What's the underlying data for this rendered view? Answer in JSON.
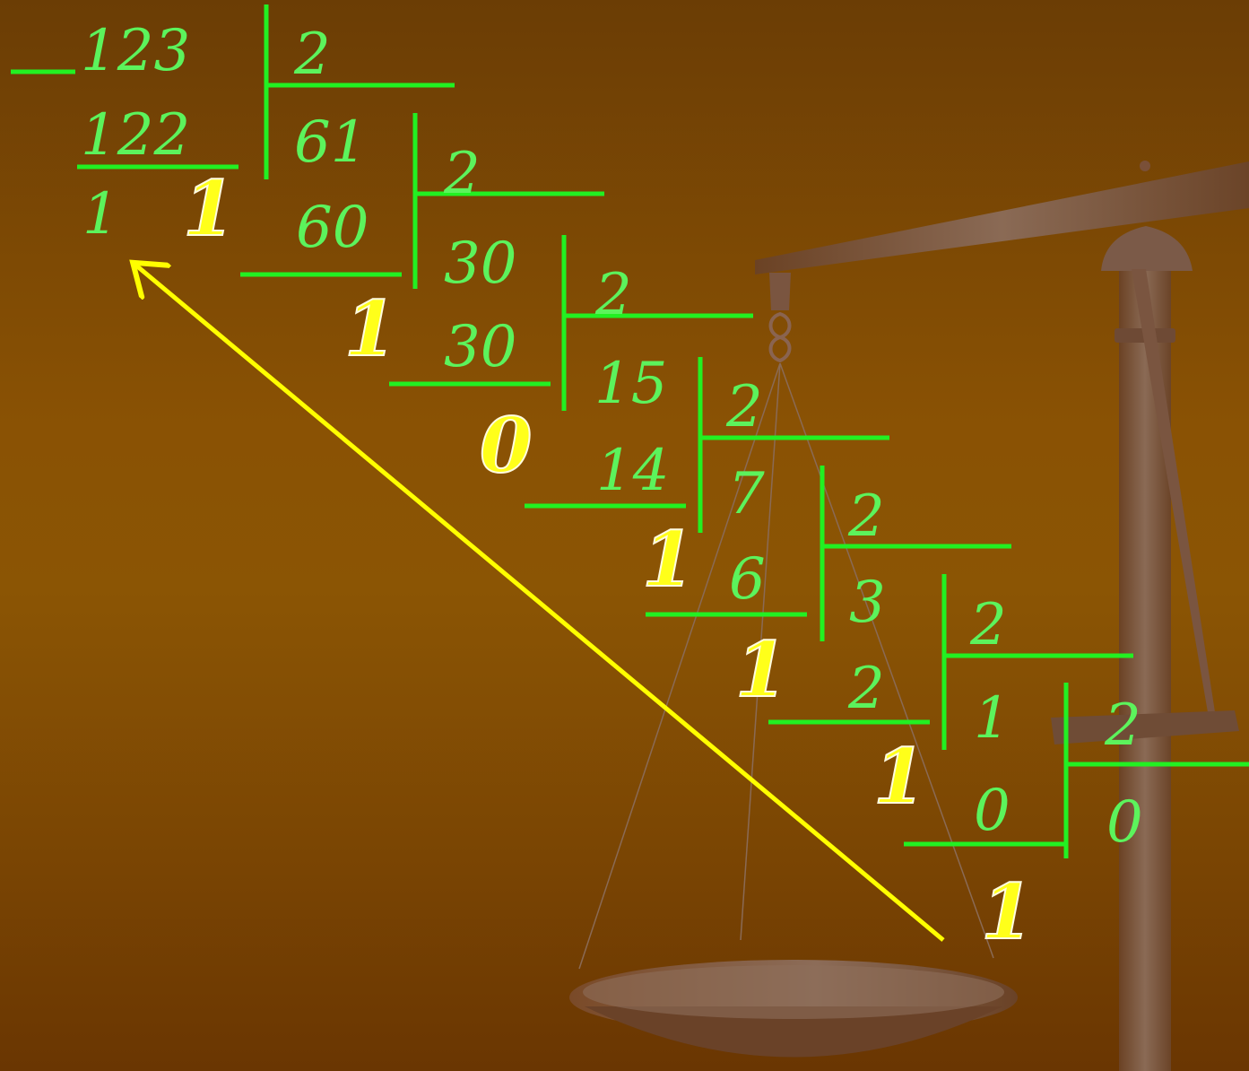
{
  "colors": {
    "digits": "#5cf35c",
    "lines": "#22f022",
    "remainders": "#ffff1a",
    "arrow": "#ffff00",
    "background": "#8a5204"
  },
  "steps": [
    {
      "dividend": "123",
      "divisor": "2",
      "product": "122",
      "quotient": "61",
      "remainder": "1"
    },
    {
      "dividend": "61",
      "divisor": "2",
      "product": "60",
      "quotient": "30",
      "remainder": "1"
    },
    {
      "dividend": "30",
      "divisor": "2",
      "product": "30",
      "quotient": "15",
      "remainder": "0"
    },
    {
      "dividend": "15",
      "divisor": "2",
      "product": "14",
      "quotient": "7",
      "remainder": "1"
    },
    {
      "dividend": "7",
      "divisor": "2",
      "product": "6",
      "quotient": "3",
      "remainder": "1"
    },
    {
      "dividend": "3",
      "divisor": "2",
      "product": "2",
      "quotient": "1",
      "remainder": "1"
    },
    {
      "dividend": "1",
      "divisor": "2",
      "product": "0",
      "quotient": "0",
      "remainder": "1"
    }
  ],
  "result_digits": [
    "1",
    "1"
  ]
}
